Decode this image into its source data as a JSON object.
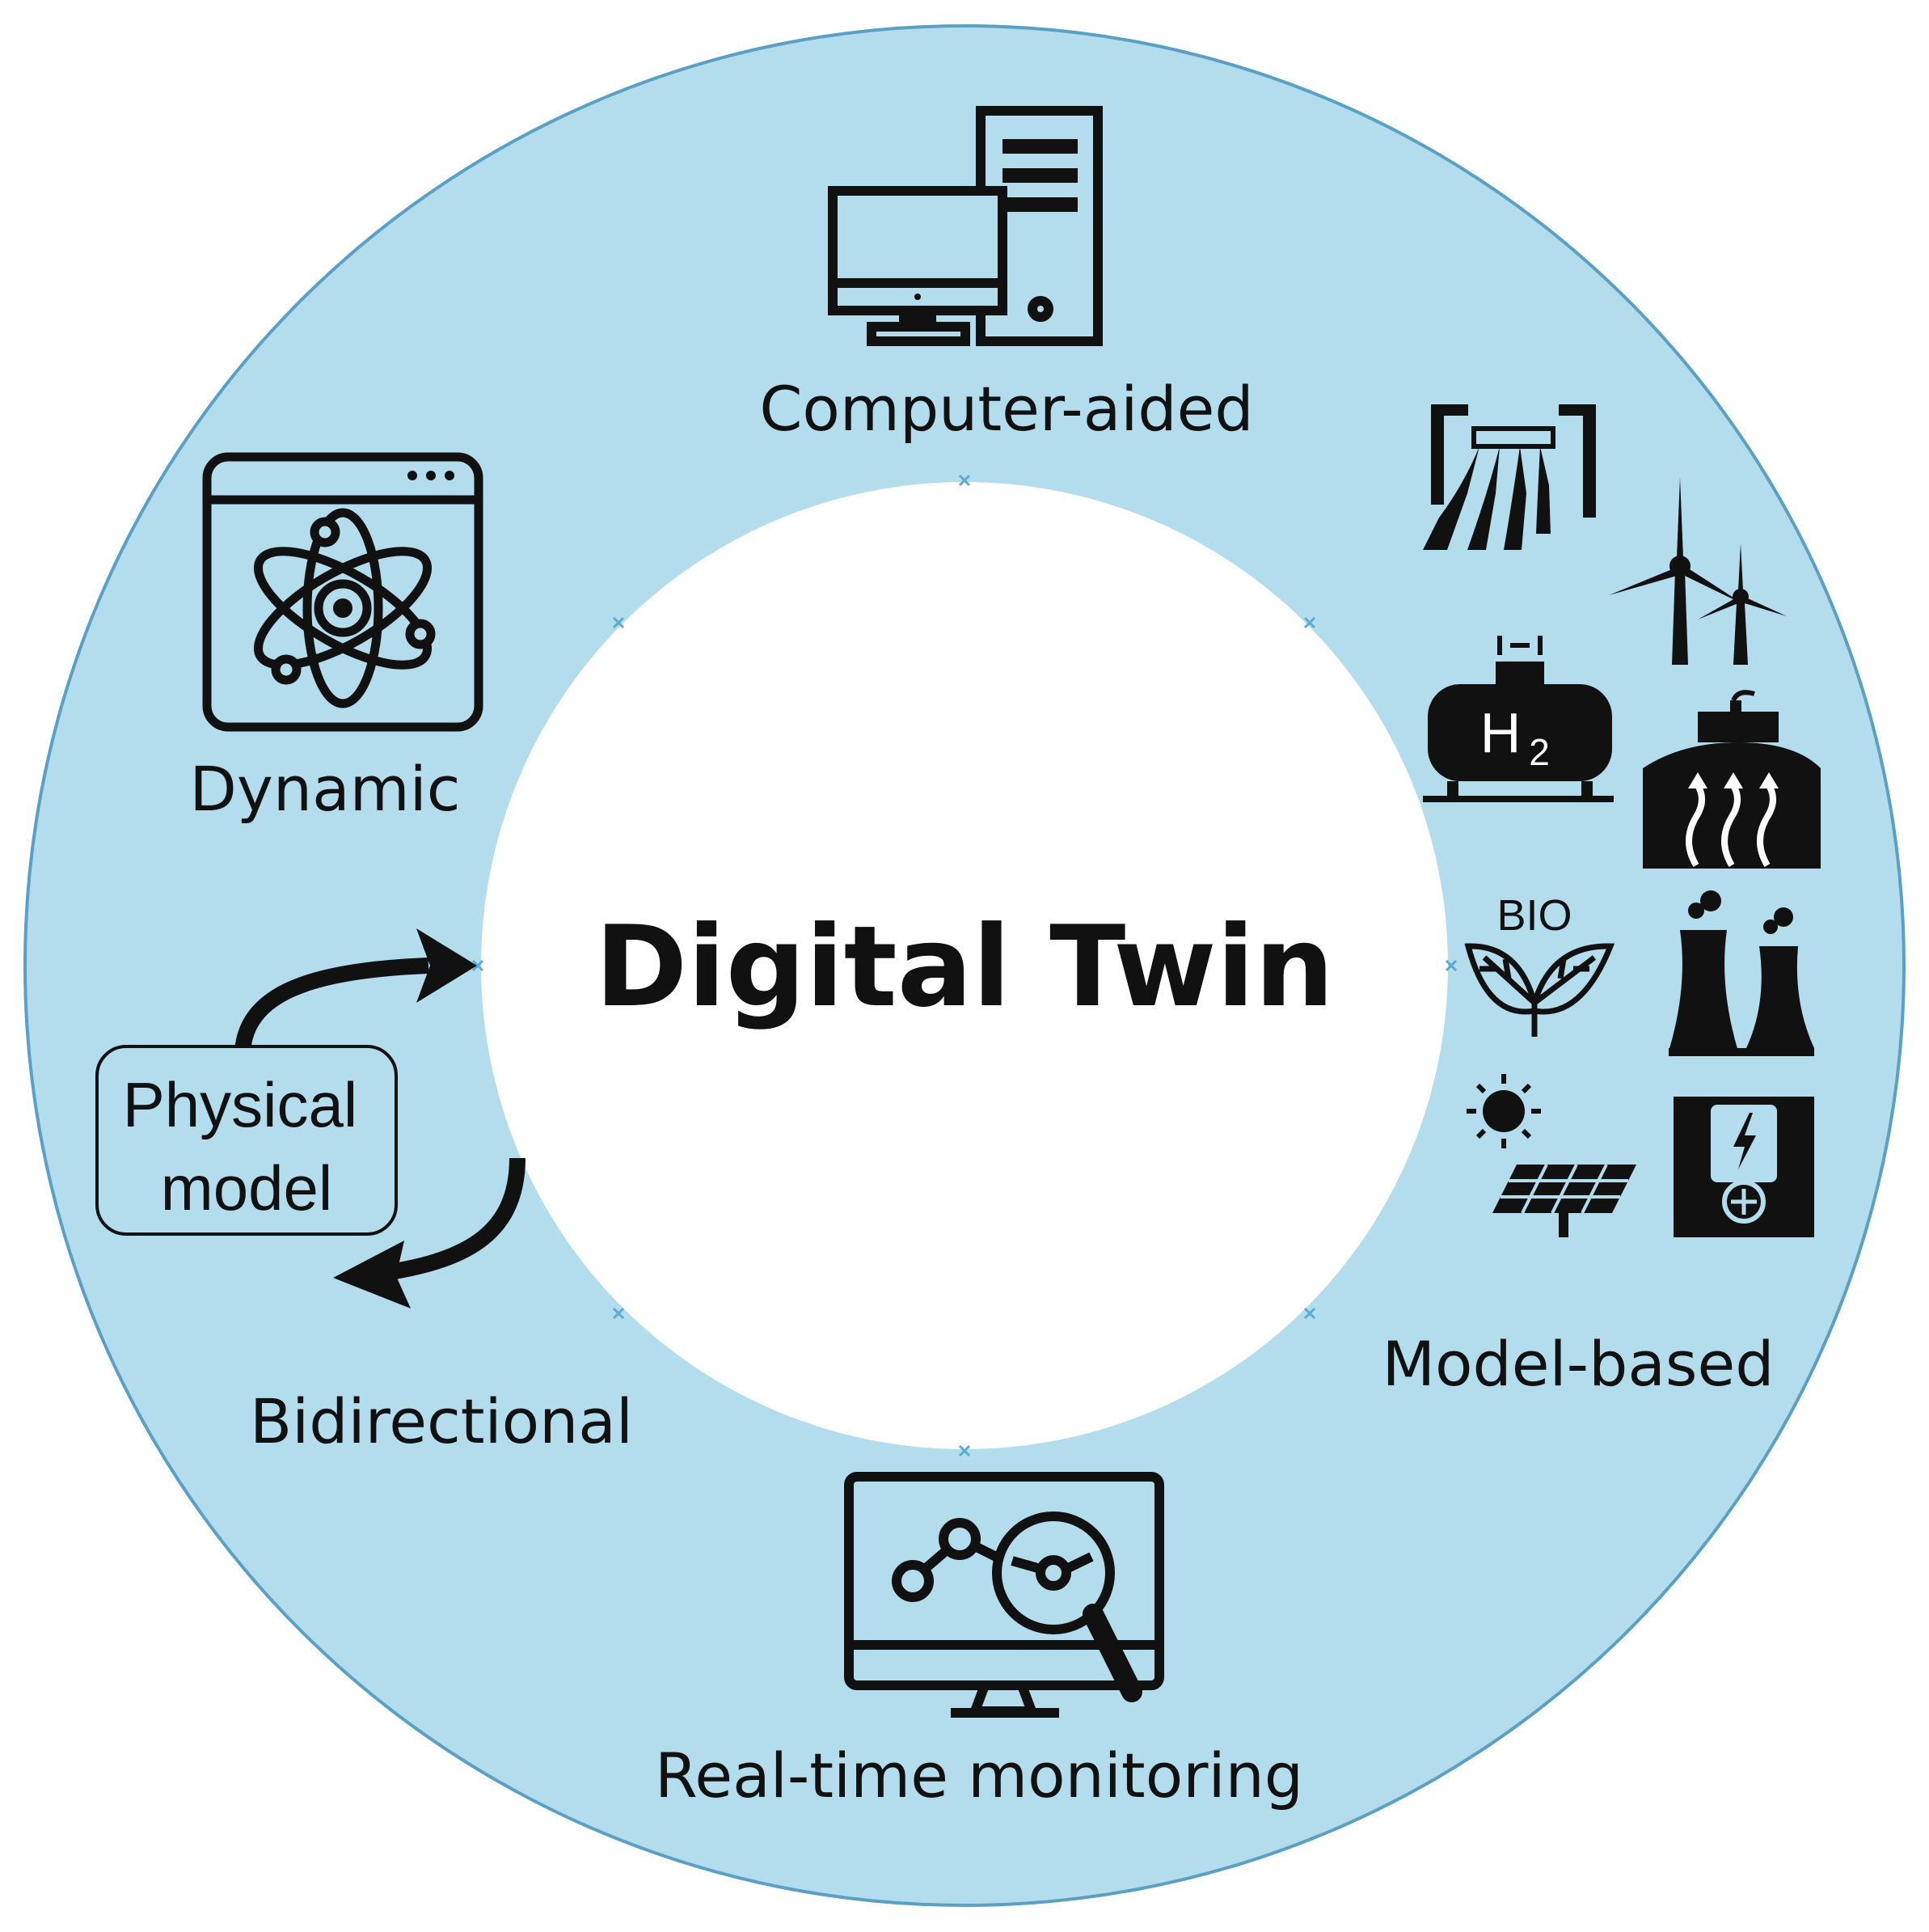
{
  "diagram": {
    "title": "Digital Twin",
    "colors": {
      "ring": "#b3dced",
      "ring_border": "#5a9fc4",
      "icon": "#111111",
      "center": "#ffffff"
    },
    "sections": {
      "computer_aided": {
        "label": "Computer-aided",
        "icon": "desktop-computer-icon"
      },
      "dynamic": {
        "label": "Dynamic",
        "icon": "atom-window-icon"
      },
      "bidirectional": {
        "label": "Bidirectional",
        "box_line1": "Physical",
        "box_line2": "model",
        "icon": "bidirectional-arrows-icon"
      },
      "real_time": {
        "label": "Real-time monitoring",
        "icon": "monitor-analytics-icon"
      },
      "model_based": {
        "label": "Model-based",
        "bio_label": "BIO",
        "h2_label": "H",
        "h2_sub": "2",
        "icons": [
          "hydro-dam-icon",
          "wind-turbine-icon",
          "hydrogen-tank-icon",
          "geothermal-icon",
          "biomass-icon",
          "power-plant-icon",
          "solar-panel-icon",
          "battery-storage-icon"
        ]
      }
    }
  }
}
